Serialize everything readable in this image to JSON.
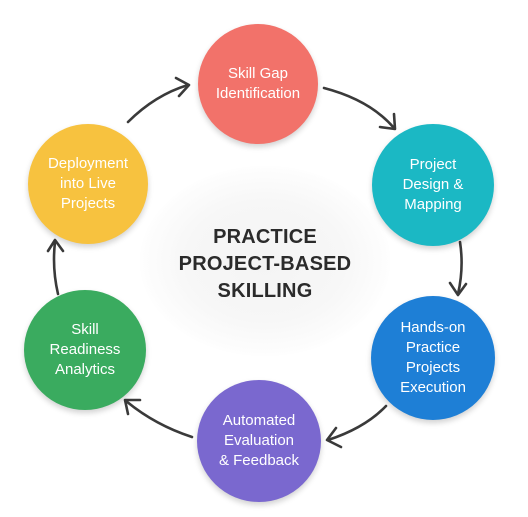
{
  "center": {
    "lines": [
      "PRACTICE",
      "PROJECT-BASED",
      "SKILLING"
    ]
  },
  "nodes": [
    {
      "key": "skill-gap",
      "lines": [
        "Skill Gap",
        "Identification"
      ],
      "color": "#f2726a"
    },
    {
      "key": "project-design",
      "lines": [
        "Project",
        "Design &",
        "Mapping"
      ],
      "color": "#1bb8c4"
    },
    {
      "key": "hands-on",
      "lines": [
        "Hands-on",
        "Practice",
        "Projects",
        "Execution"
      ],
      "color": "#1e7fd6"
    },
    {
      "key": "automated-evaluation",
      "lines": [
        "Automated",
        "Evaluation",
        "& Feedback"
      ],
      "color": "#7a68cf"
    },
    {
      "key": "skill-readiness",
      "lines": [
        "Skill",
        "Readiness",
        "Analytics"
      ],
      "color": "#3aab5f"
    },
    {
      "key": "deployment",
      "lines": [
        "Deployment",
        "into Live",
        "Projects"
      ],
      "color": "#f7c23f"
    }
  ],
  "arrow_color": "#3a3a3a"
}
